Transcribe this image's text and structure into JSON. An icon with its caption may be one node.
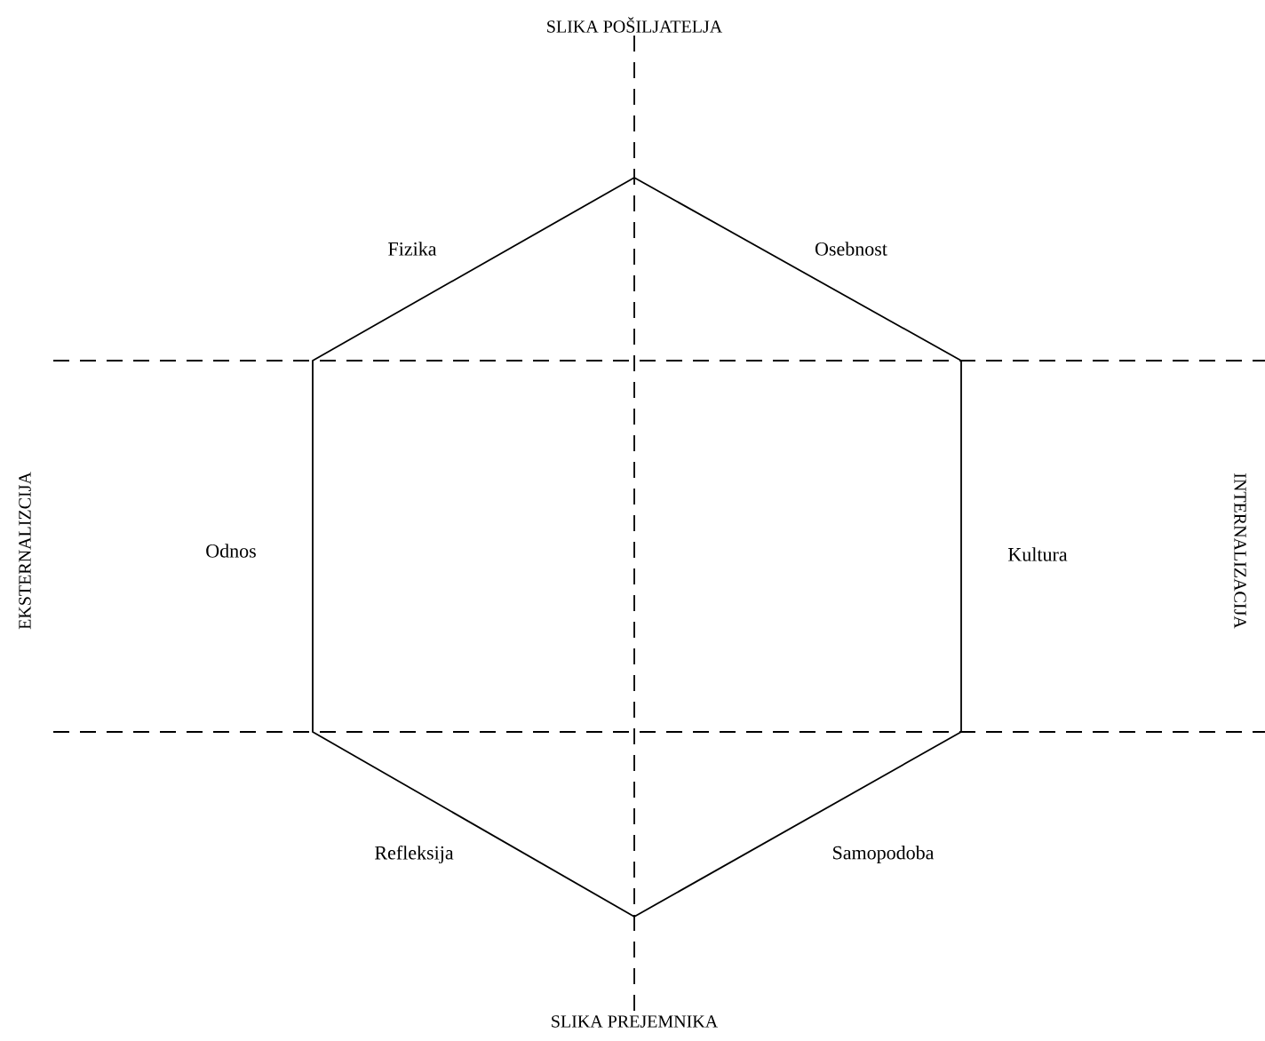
{
  "diagram": {
    "labels": [
      "SLIKA POŠILJATELJA",
      "Fizika",
      "Osebnost",
      "EKSTERNALIZCIJA",
      "Odnos",
      "Kultura",
      "INTERNALIZACIJA",
      "Refleksija",
      "Samopodoba",
      "SLIKA PREJEMNIKA"
    ]
  }
}
